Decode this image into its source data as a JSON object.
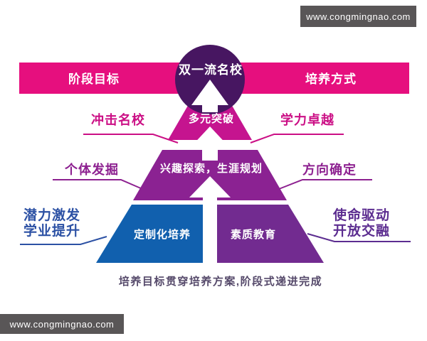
{
  "colors": {
    "header_band": "#e60f7e",
    "level1": "#c5148f",
    "level2": "#8b2292",
    "level3_left": "#1160ae",
    "level3_right": "#722b90",
    "apex_circle": "#471661",
    "arrow_white": "#ffffff",
    "label_magenta": "#cb0f85",
    "label_purple": "#8d2190",
    "label_blue": "#2c51a4",
    "label_indigo": "#5c2d90",
    "caption_text": "#55496a",
    "watermark_bg": "#595657",
    "watermark_text": "#ffffff"
  },
  "watermark": {
    "site": "www.congmingnao.com"
  },
  "header": {
    "left_column": "阶段目标",
    "right_column": "培养方式"
  },
  "apex": {
    "label": "双一流名校"
  },
  "levels": [
    {
      "title": "多元突破",
      "stage_goal": "冲击名校",
      "method": "学力卓越"
    },
    {
      "title": "兴趣探索，生涯规划",
      "stage_goal": "个体发掘",
      "method": "方向确定"
    },
    {
      "title_left": "定制化培养",
      "title_right": "素质教育",
      "stage_goal": "潜力激发\n学业提升",
      "method": "使命驱动\n开放交融"
    }
  ],
  "caption": "培养目标贯穿培养方案,阶段式递进完成"
}
